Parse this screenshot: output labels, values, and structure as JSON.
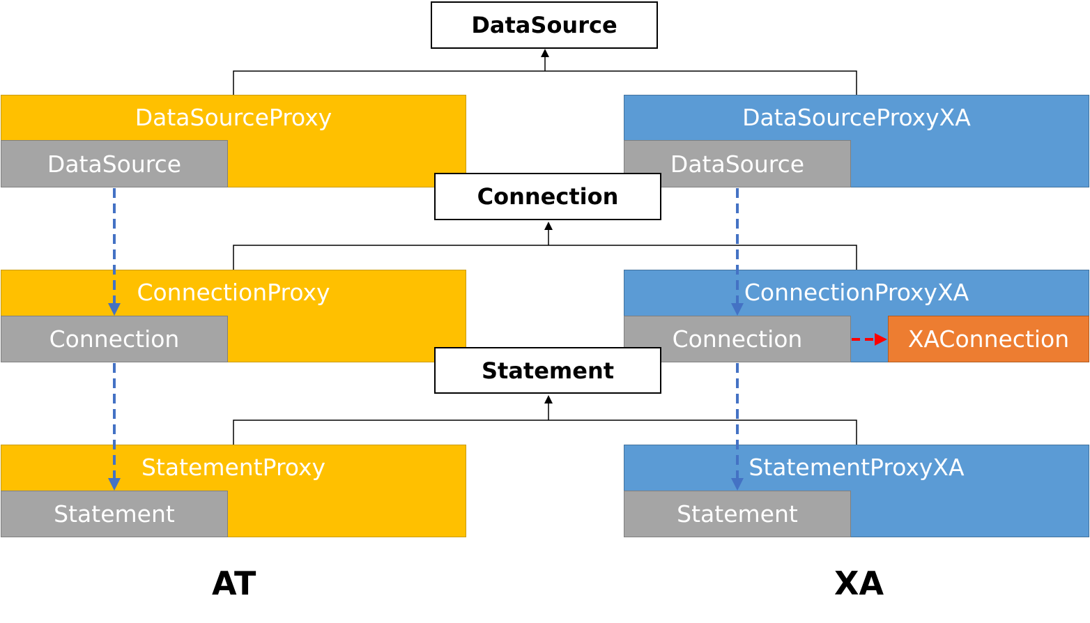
{
  "colors": {
    "at_proxy": "#FFC000",
    "xa_proxy": "#5B9BD5",
    "inner": "#A5A5A5",
    "xa_connection": "#ED7D31",
    "delegation_arrow": "#4472C4",
    "xa_arrow": "#FF0000"
  },
  "interfaces": {
    "datasource": "DataSource",
    "connection": "Connection",
    "statement": "Statement"
  },
  "at": {
    "datasource_proxy": {
      "title": "DataSourceProxy",
      "inner": "DataSource"
    },
    "connection_proxy": {
      "title": "ConnectionProxy",
      "inner": "Connection"
    },
    "statement_proxy": {
      "title": "StatementProxy",
      "inner": "Statement"
    },
    "label": "AT"
  },
  "xa": {
    "datasource_proxy": {
      "title": "DataSourceProxyXA",
      "inner": "DataSource"
    },
    "connection_proxy": {
      "title": "ConnectionProxyXA",
      "inner": "Connection",
      "xa_connection": "XAConnection"
    },
    "statement_proxy": {
      "title": "StatementProxyXA",
      "inner": "Statement"
    },
    "label": "XA"
  }
}
